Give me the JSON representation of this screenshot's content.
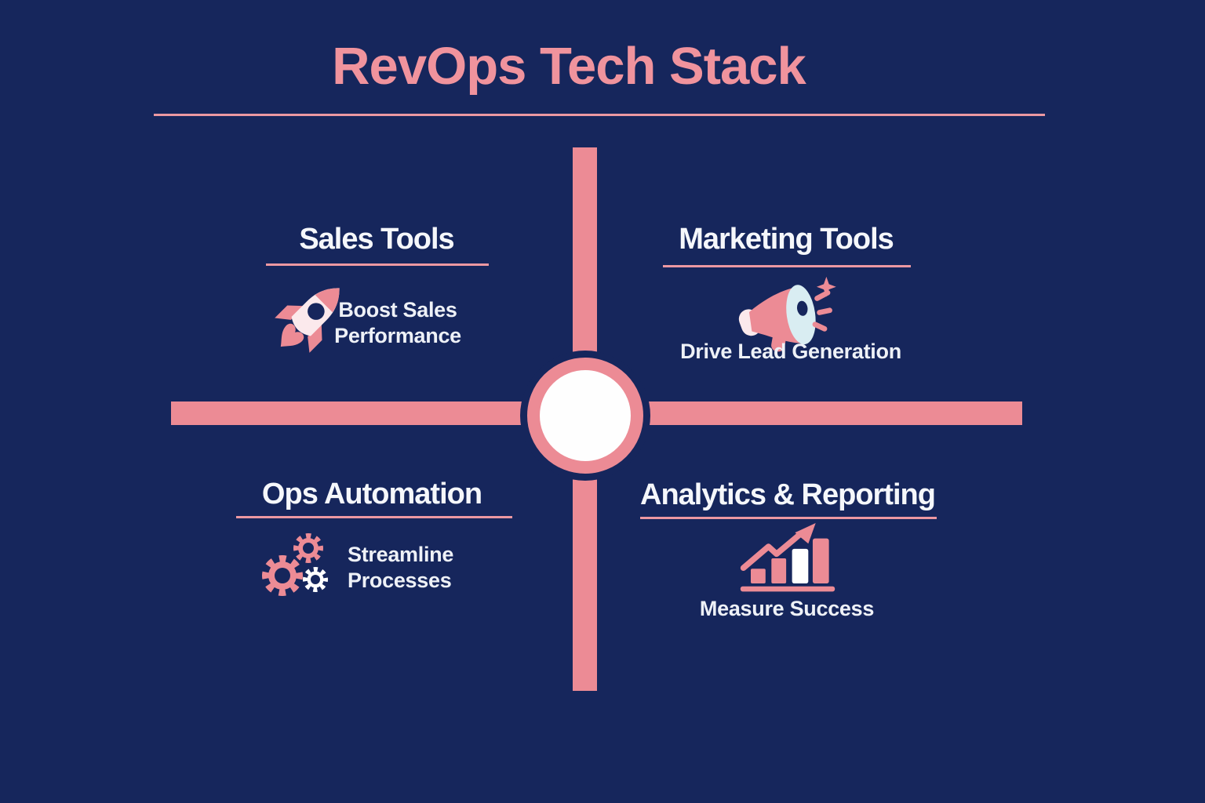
{
  "theme": {
    "background": "#16265c",
    "cross_pink": "#ec8b95",
    "title_pink": "#f0939d",
    "underline_pink": "#ec98a2",
    "heading_white": "#f5f7fb",
    "text_white": "#eef1f7",
    "icon_light_pink": "#fbe9ec",
    "icon_light_blue": "#d9edf2",
    "icon_white": "#ffffff",
    "hub_fill": "#fefefe"
  },
  "header": {
    "title": "RevOps Tech Stack"
  },
  "diagram": {
    "type": "quadrant-cross",
    "center_icon": "hub-circle",
    "quadrants": [
      {
        "id": "sales-tools",
        "position": "top-left",
        "title": "Sales Tools",
        "icon": "rocket-icon",
        "description": "Boost Sales Performance",
        "description_lines": [
          "Boost Sales",
          "Performance"
        ]
      },
      {
        "id": "marketing-tools",
        "position": "top-right",
        "title": "Marketing Tools",
        "icon": "megaphone-icon",
        "description": "Drive Lead Generation",
        "description_lines": [
          "Drive Lead Generation"
        ]
      },
      {
        "id": "ops-automation",
        "position": "bottom-left",
        "title": "Ops Automation",
        "icon": "gears-icon",
        "description": "Streamline Processes",
        "description_lines": [
          "Streamline",
          "Processes"
        ]
      },
      {
        "id": "analytics-reporting",
        "position": "bottom-right",
        "title": "Analytics & Reporting",
        "icon": "bar-chart-icon",
        "description": "Measure Success",
        "description_lines": [
          "Measure Success"
        ]
      }
    ]
  }
}
